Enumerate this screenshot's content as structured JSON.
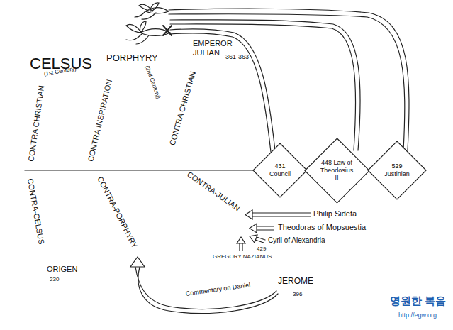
{
  "diagram": {
    "nodes": [
      {
        "text": [
          "431 Council"
        ]
      },
      {
        "text": [
          "448 Law of Theodosius II"
        ]
      },
      {
        "text": [
          "529 Justinian"
        ]
      }
    ],
    "labels": [
      "CELSUS",
      "(1st Century)",
      "PORPHYRY",
      "(2nd Century)",
      "EMPEROR JULIAN",
      "361-363",
      "CONTRA CHRISTIAN",
      "CONTRA INSPIRATION",
      "CONTRA CHRISTIAN",
      "CONTRA-CELSUS",
      "CONTRA-PORPHYRY",
      "CONTRA-JULIAN",
      "ORIGEN",
      "230",
      "Philip Sideta",
      "Theodoras of Mopsuestia",
      "Cyril of Alexandria",
      "429",
      "GREGORY NAZIANUS",
      "JEROME",
      "396",
      "Commentary on Daniel",
      "영원한 복음",
      "http://egw.org"
    ]
  }
}
